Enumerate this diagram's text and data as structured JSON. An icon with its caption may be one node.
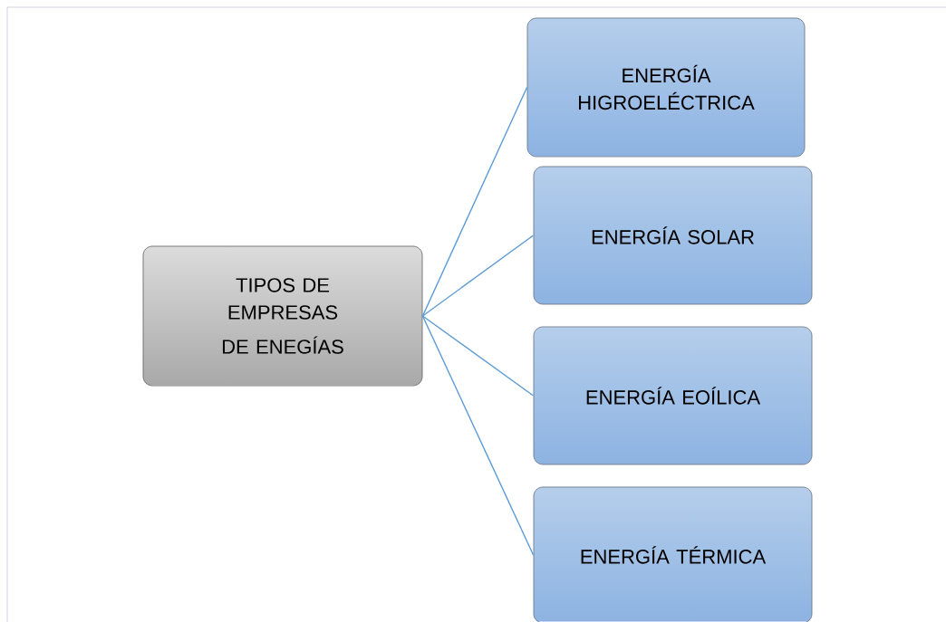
{
  "diagram": {
    "nodes": [
      {
        "text": [
          "TIPOS DE EMPRESAS",
          "DE ENEGÍAS"
        ]
      },
      {
        "text": [
          "ENERGÍA HIGROELÉCTRICA"
        ]
      },
      {
        "text": [
          "ENERGÍA SOLAR"
        ]
      },
      {
        "text": [
          "ENERGÍA EOÍLICA"
        ]
      },
      {
        "text": [
          "ENERGÍA TÉRMICA"
        ]
      }
    ],
    "edges": [
      {
        "from": 0,
        "to": 1,
        "arrow": "none"
      },
      {
        "from": 0,
        "to": 2,
        "arrow": "none"
      },
      {
        "from": 0,
        "to": 3,
        "arrow": "none"
      },
      {
        "from": 0,
        "to": 4,
        "arrow": "none"
      }
    ]
  }
}
